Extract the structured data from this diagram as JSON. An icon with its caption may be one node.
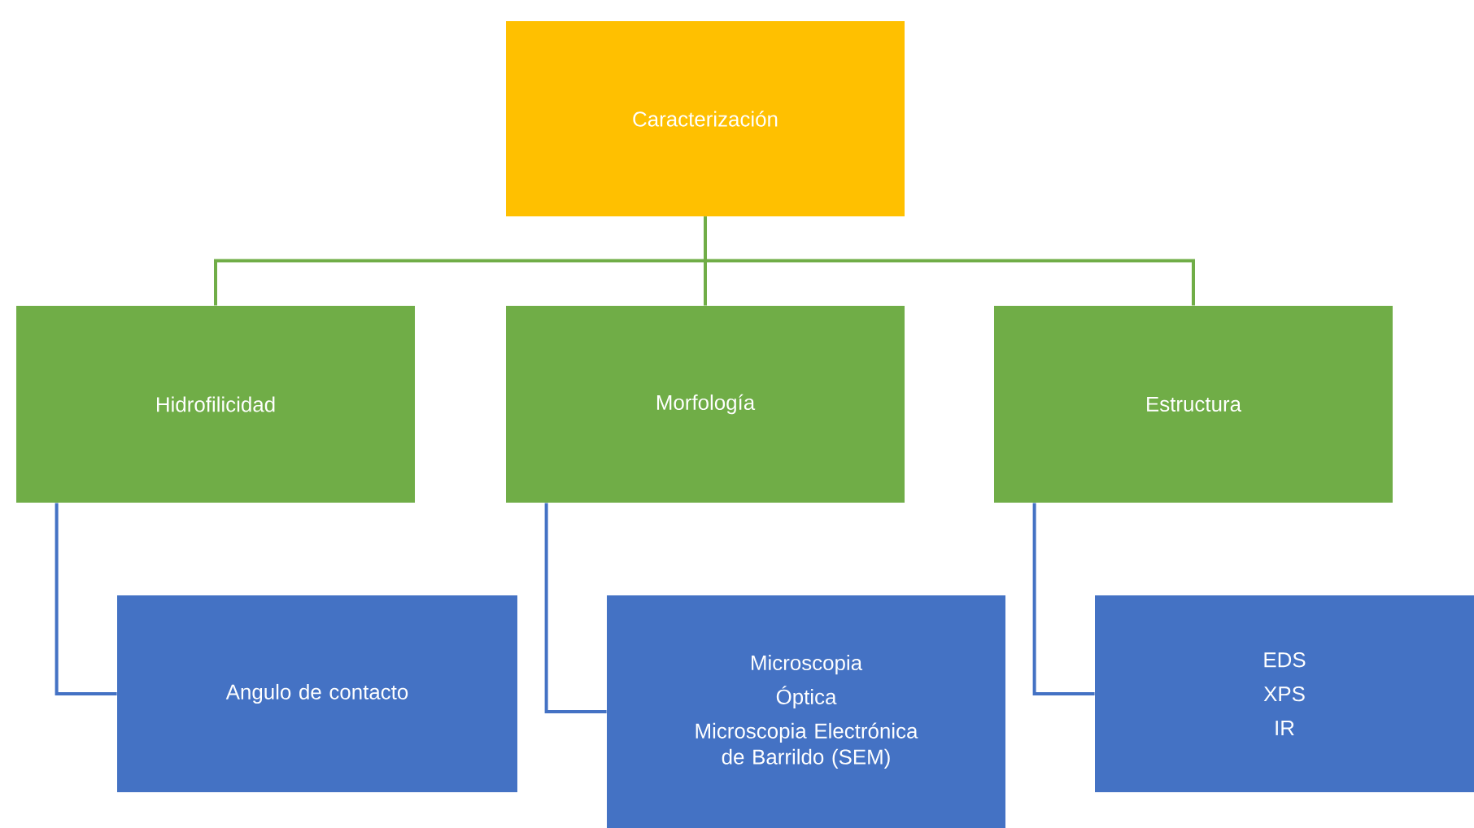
{
  "diagram": {
    "nodes": [
      {
        "text": [
          "Caracterización"
        ]
      },
      {
        "text": [
          "Hidrofilicidad"
        ]
      },
      {
        "text": [
          "Morfología"
        ]
      },
      {
        "text": [
          "Estructura"
        ]
      },
      {
        "text": [
          "Angulo de contacto"
        ]
      },
      {
        "text": [
          "Microscopia",
          "Óptica",
          "Microscopia Electrónica de Barrildo (SEM)"
        ]
      },
      {
        "text": [
          "EDS",
          "XPS",
          "IR"
        ]
      }
    ],
    "edges": [
      {
        "from": 0,
        "to": 1,
        "arrow": "none",
        "color": "#70ad47"
      },
      {
        "from": 0,
        "to": 2,
        "arrow": "none",
        "color": "#70ad47"
      },
      {
        "from": 0,
        "to": 3,
        "arrow": "none",
        "color": "#70ad47"
      },
      {
        "from": 1,
        "to": 4,
        "arrow": "none",
        "color": "#4472c4"
      },
      {
        "from": 2,
        "to": 5,
        "arrow": "none",
        "color": "#4472c4"
      },
      {
        "from": 3,
        "to": 6,
        "arrow": "none",
        "color": "#4472c4"
      }
    ]
  }
}
